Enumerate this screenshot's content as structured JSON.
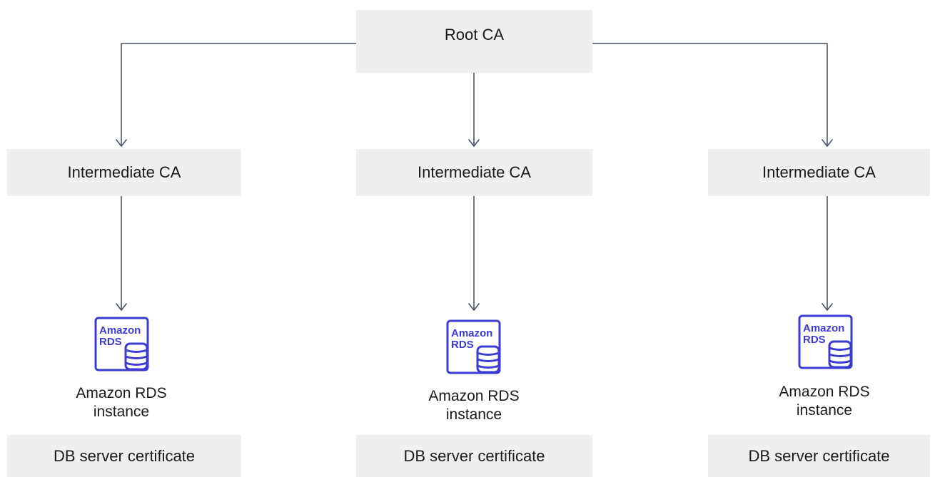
{
  "root": {
    "label": "Root CA"
  },
  "intermediates": [
    {
      "label": "Intermediate CA"
    },
    {
      "label": "Intermediate CA"
    },
    {
      "label": "Intermediate CA"
    }
  ],
  "instances": [
    {
      "icon_text_top": "Amazon",
      "icon_text_bottom": "RDS",
      "line1": "Amazon RDS",
      "line2": "instance"
    },
    {
      "icon_text_top": "Amazon",
      "icon_text_bottom": "RDS",
      "line1": "Amazon RDS",
      "line2": "instance"
    },
    {
      "icon_text_top": "Amazon",
      "icon_text_bottom": "RDS",
      "line1": "Amazon RDS",
      "line2": "instance"
    }
  ],
  "certificates": [
    {
      "label": "DB server certificate"
    },
    {
      "label": "DB server certificate"
    },
    {
      "label": "DB server certificate"
    }
  ],
  "colors": {
    "box_fill": "#efefef",
    "connector": "#4a5468",
    "rds_icon": "#3b3bcf",
    "text": "#1a1a1a"
  },
  "icons": [
    "amazon-rds-icon",
    "database-icon",
    "arrow-down-icon"
  ]
}
